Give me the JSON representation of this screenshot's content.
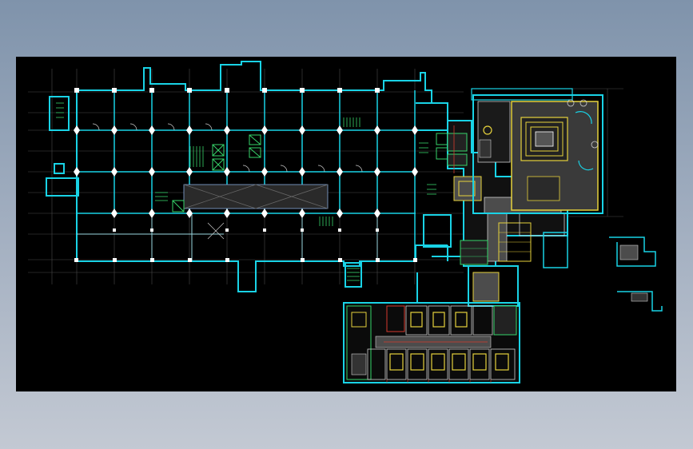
{
  "viewport": {
    "background": "#000000",
    "desktop_gradient": [
      "#7f93ab",
      "#c3c9d3"
    ]
  },
  "drawing": {
    "type": "architectural-floor-plan",
    "colors": {
      "wall": "#19d3e6",
      "column": "#ffffff",
      "grid": "#4a4a4a",
      "furniture": "#e6d23c",
      "accent_green": "#36d46a",
      "accent_red": "#d63a2e",
      "dark_fill": "#4c4c4c",
      "light_fill": "#cfcfcf"
    },
    "column_grid": {
      "columns": 9,
      "rows": 5
    },
    "guest_room_count": {
      "upper_row": 4,
      "lower_row": 8
    }
  }
}
